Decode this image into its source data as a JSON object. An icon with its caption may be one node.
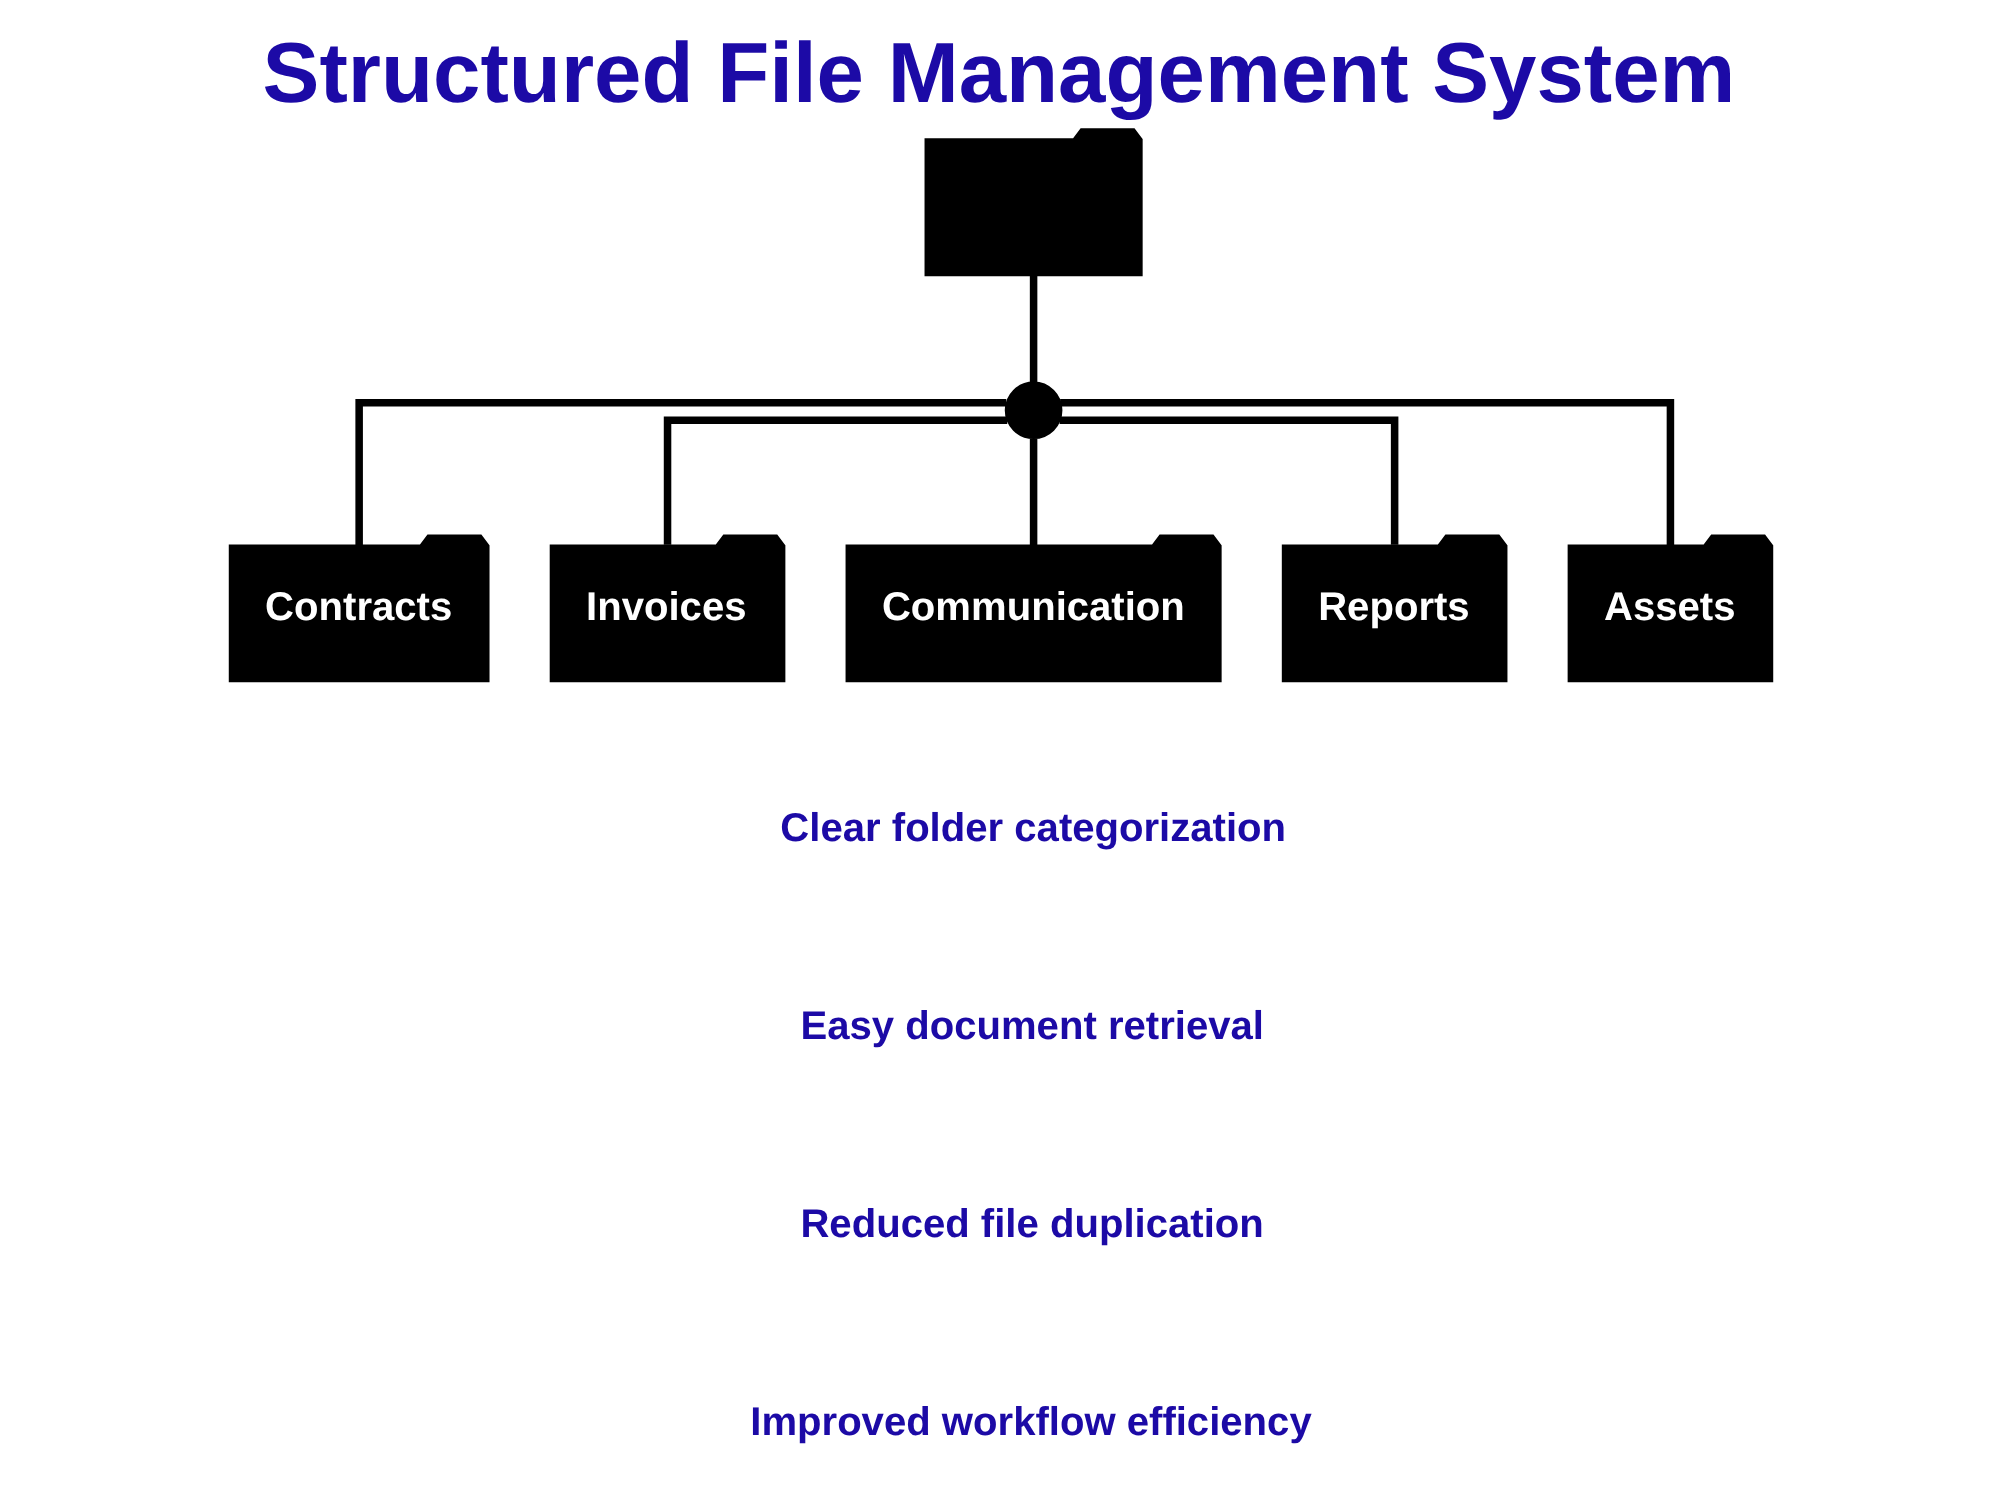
{
  "diagram": {
    "title": "Structured File Management System",
    "nodes": [
      {
        "text": [],
        "shape": "folder"
      },
      {
        "text": [],
        "shape": "circle"
      },
      {
        "text": [
          "Contracts"
        ]
      },
      {
        "text": [
          "Invoices"
        ]
      },
      {
        "text": [
          "Communication"
        ]
      },
      {
        "text": [
          "Reports"
        ]
      },
      {
        "text": [
          "Assets"
        ]
      }
    ],
    "edges": [
      {
        "from": 0,
        "to": 1,
        "arrow": "none"
      },
      {
        "from": 1,
        "to": 2,
        "arrow": "none"
      },
      {
        "from": 1,
        "to": 3,
        "arrow": "none"
      },
      {
        "from": 1,
        "to": 4,
        "arrow": "none"
      },
      {
        "from": 1,
        "to": 5,
        "arrow": "none"
      },
      {
        "from": 1,
        "to": 6,
        "arrow": "none"
      }
    ],
    "labels": [
      "Clear folder categorization",
      "Easy document retrieval",
      "Reduced file duplication",
      "Improved workflow efficiency"
    ]
  }
}
